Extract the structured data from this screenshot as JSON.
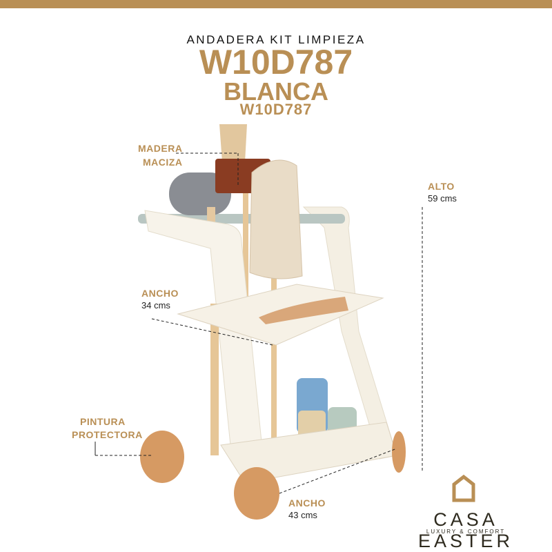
{
  "header": {
    "subtitle": "ANDADERA KIT LIMPIEZA",
    "model": "W10D787",
    "color": "BLANCA",
    "model_repeat": "W10D787"
  },
  "annotations": {
    "material": {
      "line1": "MADERA",
      "line2": "MACIZA"
    },
    "height": {
      "label": "ALTO",
      "value": "59 cms"
    },
    "depth": {
      "label": "ANCHO",
      "value": "34 cms"
    },
    "finish": {
      "line1": "PINTURA",
      "line2": "PROTECTORA"
    },
    "width": {
      "label": "ANCHO",
      "value": "43 cms"
    }
  },
  "brand": {
    "name": "CASA EASTER",
    "tagline": "LUXURY & COMFORT",
    "logo_icon": "house-icon"
  },
  "colors": {
    "accent": "#b98f55",
    "brand_text": "#2e2a1e"
  }
}
